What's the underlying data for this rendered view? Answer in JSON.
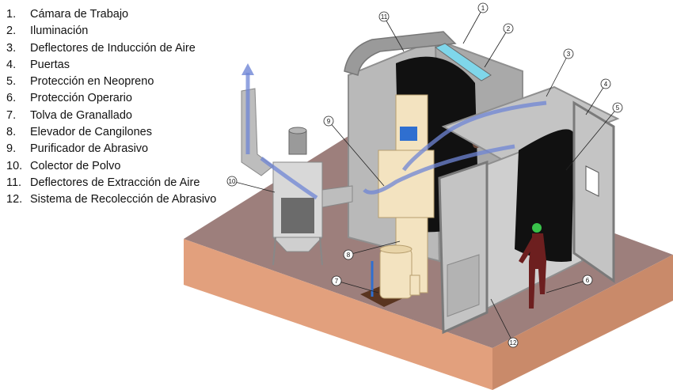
{
  "legend": [
    {
      "num": "1.",
      "label": "Cámara de Trabajo"
    },
    {
      "num": "2.",
      "label": "Iluminación"
    },
    {
      "num": "3.",
      "label": "Deflectores de Inducción de Aire"
    },
    {
      "num": "4.",
      "label": "Puertas"
    },
    {
      "num": "5.",
      "label": "Protección en Neopreno"
    },
    {
      "num": "6.",
      "label": "Protección Operario"
    },
    {
      "num": "7.",
      "label": "Tolva de Granallado"
    },
    {
      "num": "8.",
      "label": "Elevador de Cangilones"
    },
    {
      "num": "9.",
      "label": "Purificador de Abrasivo"
    },
    {
      "num": "10.",
      "label": "Colector de Polvo"
    },
    {
      "num": "11.",
      "label": "Deflectores de Extracción de Aire"
    },
    {
      "num": "12.",
      "label": "Sistema de Recolección de Abrasivo"
    }
  ],
  "callouts": [
    "1",
    "2",
    "3",
    "4",
    "5",
    "6",
    "7",
    "8",
    "9",
    "10",
    "11",
    "12"
  ],
  "colors": {
    "floor_top": "#9d7f7c",
    "floor_front": "#e2a07d",
    "floor_side": "#c98a6a",
    "wall": "#b9b9b9",
    "frame": "#8f8f8f",
    "curtain": "#111111",
    "lamp": "#7fd6ea",
    "equipment": "#f3e3c0",
    "airflow": "#6f86d6",
    "operator": "#6d1f1f",
    "helmet": "#39c24a",
    "accent_blue": "#2f6fd0"
  }
}
